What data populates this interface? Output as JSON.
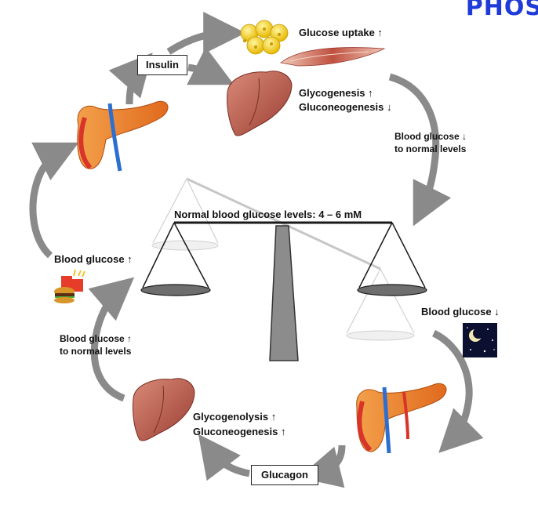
{
  "corner_text": "PHOS",
  "scale_label": "Normal blood glucose levels: 4 – 6 mM",
  "hormones": {
    "insulin": "Insulin",
    "glucagon": "Glucagon"
  },
  "labels": {
    "glucose_uptake": "Glucose uptake ↑",
    "glycogenesis": "Glycogenesis ↑",
    "gluconeogenesis_down": "Gluconeogenesis ↓",
    "blood_glucose_down_normal_1": "Blood glucose ↓",
    "blood_glucose_down_normal_2": "to normal levels",
    "blood_glucose_up": "Blood glucose ↑",
    "blood_glucose_down": "Blood glucose ↓",
    "blood_glucose_up_normal_1": "Blood glucose ↑",
    "blood_glucose_up_normal_2": "to normal levels",
    "glycogenolysis": "Glycogenolysis ↑",
    "gluconeogenesis_up": "Gluconeogenesis ↑"
  },
  "colors": {
    "arrow": "#8a8a8a",
    "pan_dark": "#6e6e6e",
    "pan_light": "#d6d6d6",
    "liver": "#b0584c",
    "pancreas": "#e9762b",
    "fat_cell": "#f2d21a",
    "muscle": "#c2584a",
    "night": "#0b1030",
    "corner_text": "#1f3bd9"
  },
  "icons": [
    "fat-cells-icon",
    "muscle-icon",
    "liver-icon",
    "pancreas-icon",
    "food-icon",
    "night-sky-icon"
  ]
}
